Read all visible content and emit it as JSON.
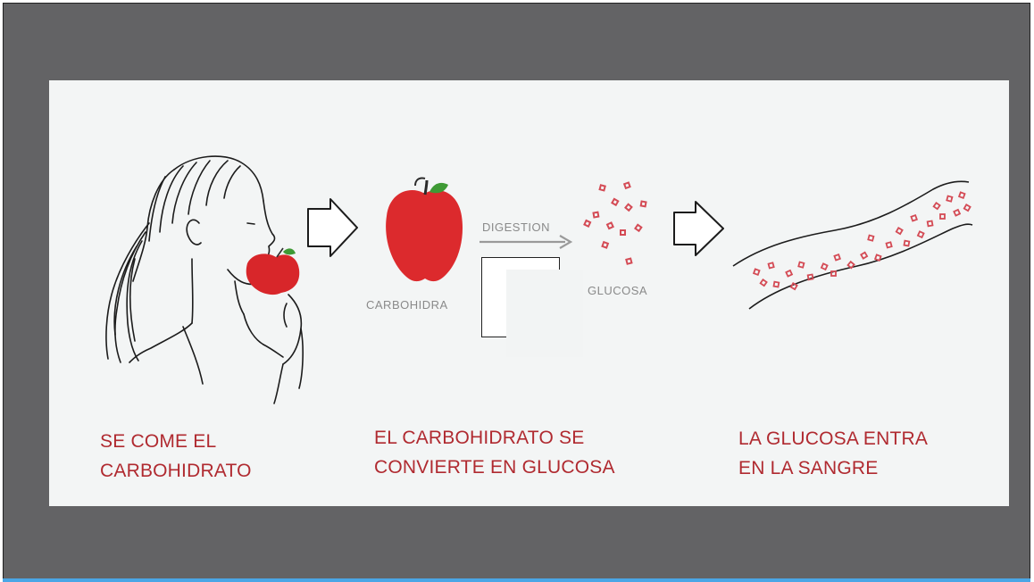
{
  "diagram": {
    "steps": [
      {
        "caption_line1": "SE COME EL",
        "caption_line2": "CARBOHIDRATO"
      },
      {
        "caption_line1": "EL CARBOHIDRATO SE",
        "caption_line2": "CONVIERTE EN GLUCOSA"
      },
      {
        "caption_line1": "LA GLUCOSA ENTRA",
        "caption_line2": "EN LA SANGRE"
      }
    ],
    "labels": {
      "apple": "CARBOHIDRA",
      "arrow": "DIGESTION",
      "particles": "GLUCOSA"
    },
    "colors": {
      "background": "#636365",
      "panel": "#f3f5f5",
      "caption": "#b02a30",
      "apple": "#dc2a2d",
      "leaf": "#3e9a35",
      "glucose": "#d44b55"
    }
  }
}
